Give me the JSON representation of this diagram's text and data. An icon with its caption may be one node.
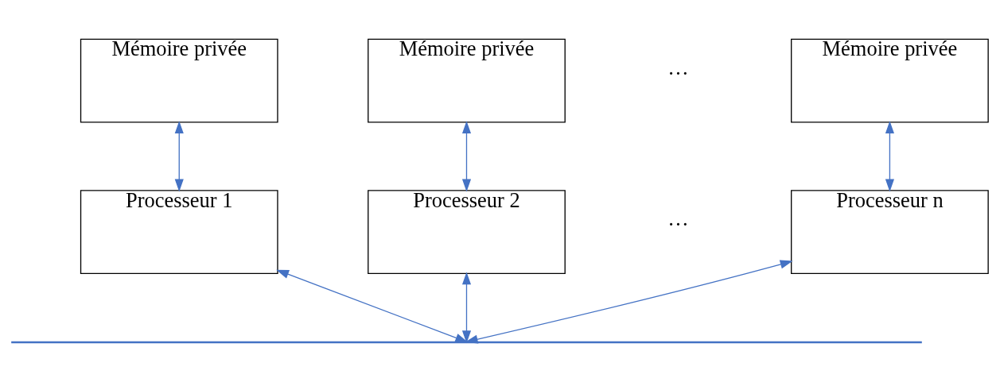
{
  "diagram": {
    "nodes": [
      {
        "text": [
          "Mémoire privée"
        ]
      },
      {
        "text": [
          "Mémoire privée"
        ]
      },
      {
        "text": [
          "Mémoire privée"
        ]
      },
      {
        "text": [
          "Processeur 1"
        ]
      },
      {
        "text": [
          "Processeur 2"
        ]
      },
      {
        "text": [
          "Processeur n"
        ]
      },
      {
        "text": [],
        "shape": "bar"
      }
    ],
    "edges": [
      {
        "from": 0,
        "to": 3,
        "arrow": "both"
      },
      {
        "from": 1,
        "to": 4,
        "arrow": "both"
      },
      {
        "from": 2,
        "to": 5,
        "arrow": "both"
      },
      {
        "from": 3,
        "to": 6,
        "arrow": "both"
      },
      {
        "from": 4,
        "to": 6,
        "arrow": "both"
      },
      {
        "from": 5,
        "to": 6,
        "arrow": "both"
      }
    ],
    "labels": [
      "…",
      "…"
    ]
  }
}
